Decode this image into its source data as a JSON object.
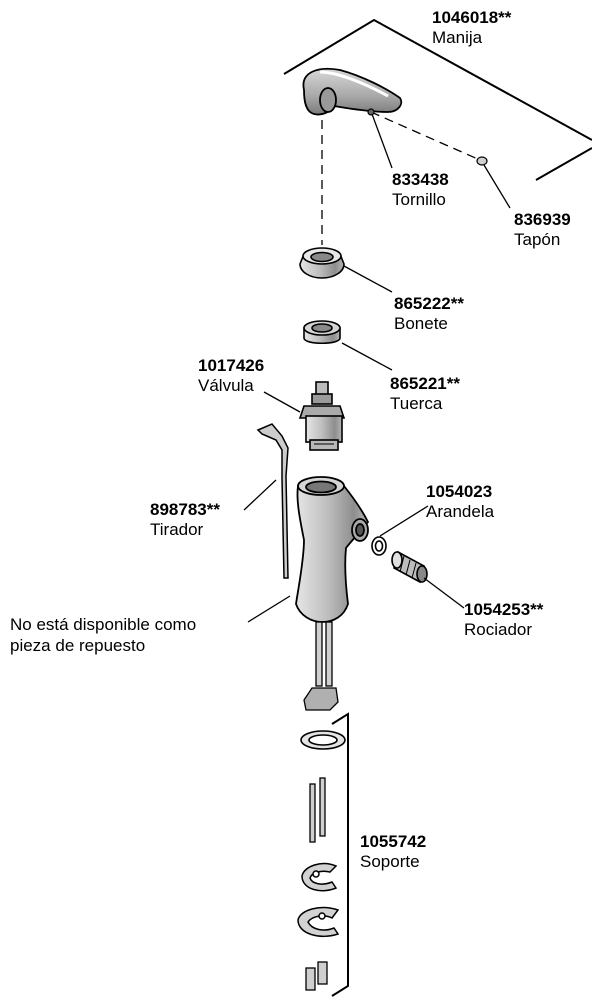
{
  "parts": {
    "handle": {
      "number": "1046018**",
      "name": "Manija"
    },
    "screw": {
      "number": "833438",
      "name": "Tornillo"
    },
    "plug": {
      "number": "836939",
      "name": "Tapón"
    },
    "bonnet": {
      "number": "865222**",
      "name": "Bonete"
    },
    "nut": {
      "number": "865221**",
      "name": "Tuerca"
    },
    "valve": {
      "number": "1017426",
      "name": "Válvula"
    },
    "lift_rod": {
      "number": "898783**",
      "name": "Tirador"
    },
    "washer": {
      "number": "1054023",
      "name": "Arandela"
    },
    "aerator": {
      "number": "1054253**",
      "name": "Rociador"
    },
    "support": {
      "number": "1055742",
      "name": "Soporte"
    }
  },
  "note": {
    "line1": "No está disponible como",
    "line2": "pieza de repuesto"
  }
}
